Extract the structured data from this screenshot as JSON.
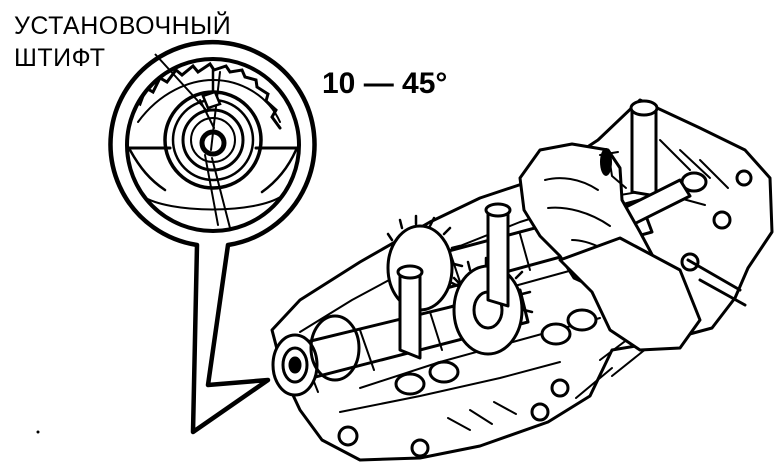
{
  "labels": {
    "pin_line1": "УСТАНОВОЧНЫЙ",
    "pin_line2": "ШТИФТ",
    "angle_range": "10 — 45°"
  }
}
